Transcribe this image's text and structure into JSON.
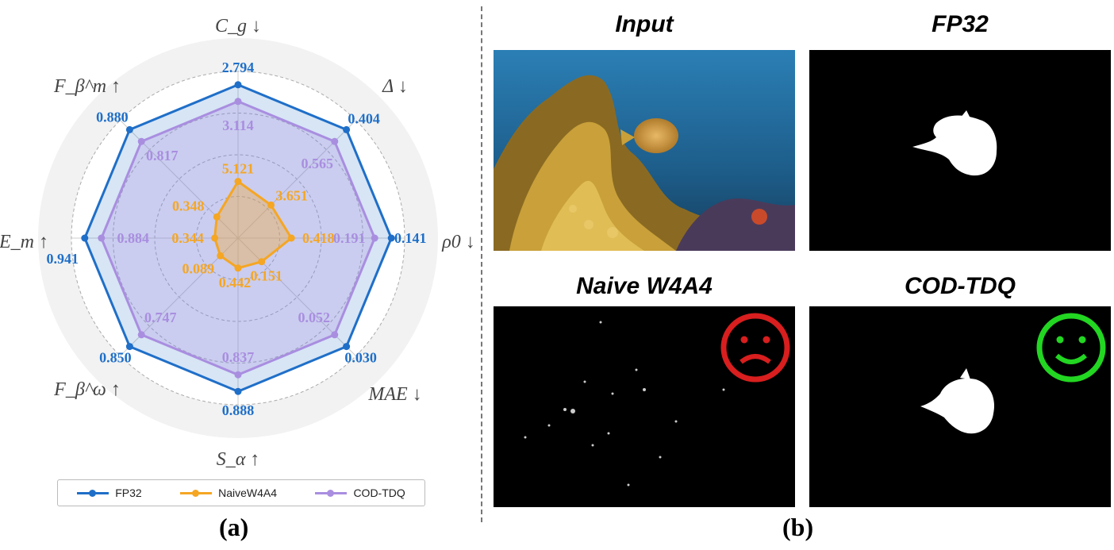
{
  "chart_data": {
    "type": "radar",
    "axes": [
      "C_g ↓",
      "Δ ↓",
      "ρ0 ↓",
      "MAE ↓",
      "S_α ↑",
      "F_β^ω ↑",
      "E_m ↑",
      "F_β^m ↑"
    ],
    "series": [
      {
        "name": "FP32",
        "color": "#1f6fc8",
        "values": [
          2.794,
          0.404,
          0.141,
          0.03,
          0.888,
          0.85,
          0.941,
          0.88
        ]
      },
      {
        "name": "NaiveW4A4",
        "color": "#f5a623",
        "values": [
          5.121,
          3.651,
          0.418,
          0.151,
          0.442,
          0.089,
          0.344,
          0.348
        ]
      },
      {
        "name": "COD-TDQ",
        "color": "#a98ee0",
        "values": [
          3.114,
          0.565,
          0.191,
          0.052,
          0.837,
          0.747,
          0.884,
          0.817
        ]
      }
    ],
    "normalized_levels": {
      "FP32": [
        0.92,
        0.92,
        0.92,
        0.92,
        0.92,
        0.92,
        0.92,
        0.92
      ],
      "NaiveW4A4": [
        0.34,
        0.28,
        0.32,
        0.2,
        0.18,
        0.15,
        0.14,
        0.18
      ],
      "COD-TDQ": [
        0.82,
        0.82,
        0.82,
        0.82,
        0.82,
        0.82,
        0.82,
        0.82
      ]
    },
    "legend_position": "bottom",
    "grid": true
  },
  "panels": {
    "a_label": "(a)",
    "b_label": "(b)"
  },
  "tiles": {
    "input": "Input",
    "fp32": "FP32",
    "naive": "Naive W4A4",
    "codtdq": "COD-TDQ"
  },
  "faces": {
    "sad_color": "#d81e1e",
    "happy_color": "#22d622"
  }
}
